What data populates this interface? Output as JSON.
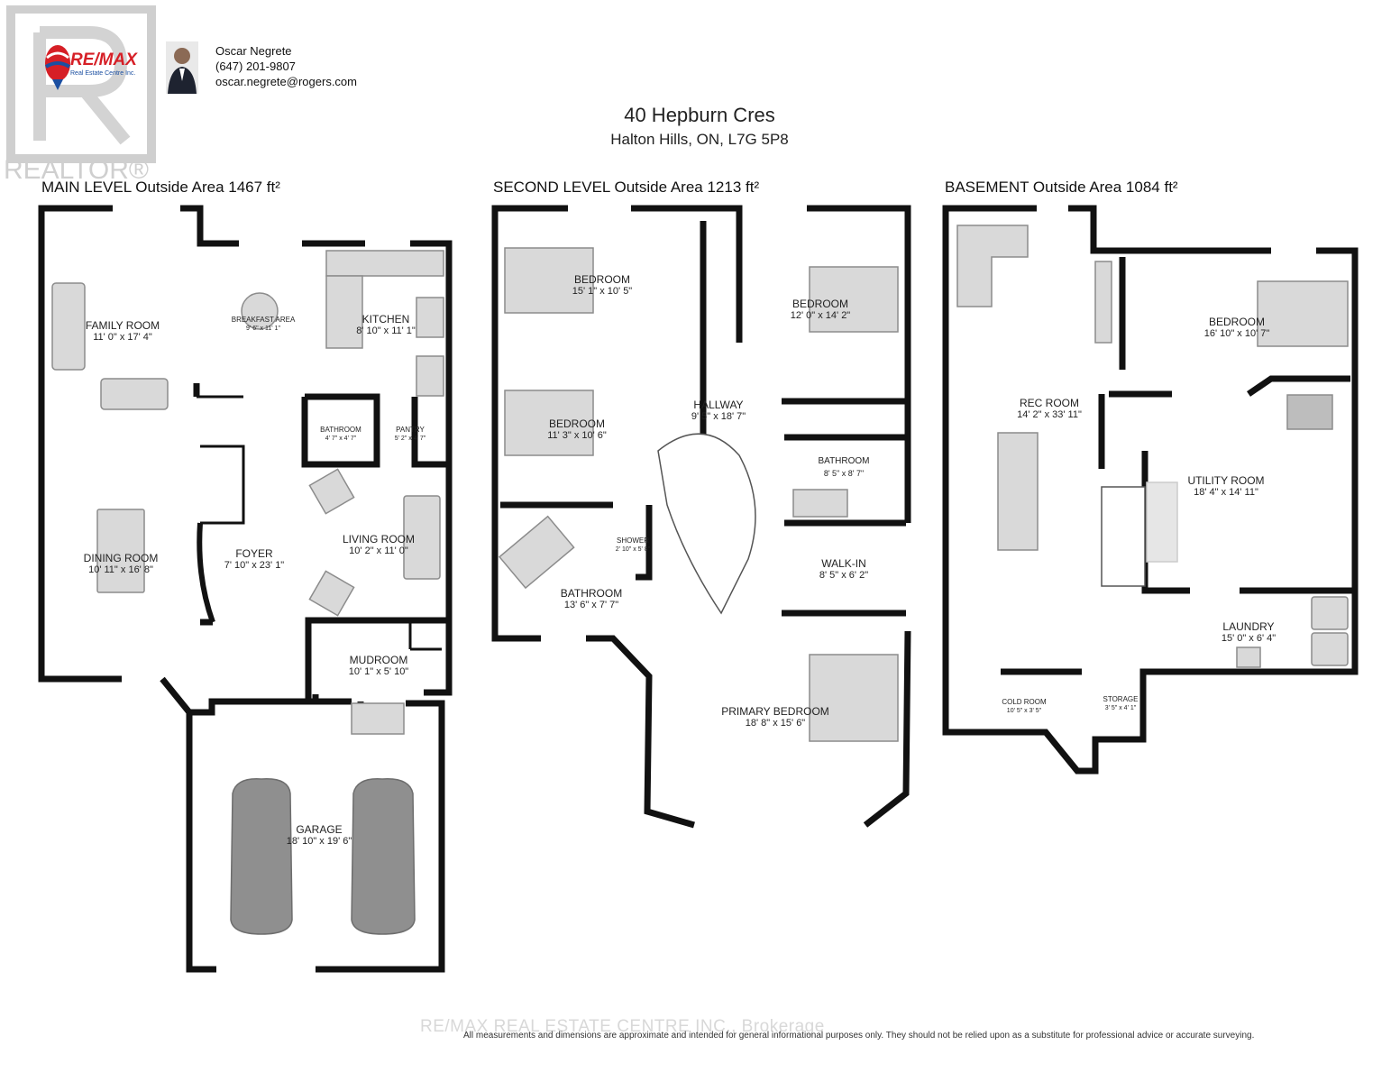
{
  "realtor_badge": {
    "text": "REALTOR®"
  },
  "brokerage_logo": {
    "text": "RE/MAX",
    "subtext": "Real Estate Centre Inc."
  },
  "agent": {
    "name": "Oscar Negrete",
    "phone": "(647) 201-9807",
    "email": "oscar.negrete@rogers.com"
  },
  "property": {
    "address": "40 Hepburn Cres",
    "city": "Halton Hills, ON, L7G 5P8"
  },
  "levels": [
    {
      "label": "MAIN LEVEL Outside Area 1467 ft²",
      "rooms": [
        {
          "name": "FAMILY ROOM",
          "dims": "11' 0\" x 17' 4\""
        },
        {
          "name": "BREAKFAST AREA",
          "dims": "9' 6\" x 11' 1\""
        },
        {
          "name": "KITCHEN",
          "dims": "8' 10\" x 11' 1\""
        },
        {
          "name": "BATHROOM",
          "dims": "4' 7\" x 4' 7\""
        },
        {
          "name": "PANTRY",
          "dims": "5' 2\" x 4' 7\""
        },
        {
          "name": "DINING ROOM",
          "dims": "10' 11\" x 16' 8\""
        },
        {
          "name": "FOYER",
          "dims": "7' 10\" x 23' 1\""
        },
        {
          "name": "LIVING ROOM",
          "dims": "10' 2\" x 11' 0\""
        },
        {
          "name": "MUDROOM",
          "dims": "10' 1\" x 5' 10\""
        },
        {
          "name": "GARAGE",
          "dims": "18' 10\" x 19' 6\""
        }
      ]
    },
    {
      "label": "SECOND LEVEL Outside Area 1213 ft²",
      "rooms": [
        {
          "name": "BEDROOM",
          "dims": "15' 1\" x 10' 5\""
        },
        {
          "name": "BEDROOM",
          "dims": "12' 0\" x 14' 2\""
        },
        {
          "name": "BEDROOM",
          "dims": "11' 3\" x 10' 6\""
        },
        {
          "name": "HALLWAY",
          "dims": "9' 5\" x 18' 7\""
        },
        {
          "name": "BATHROOM",
          "dims": "8' 5\" x 8' 7\""
        },
        {
          "name": "SHOWER",
          "dims": "2' 10\" x 5' 8\""
        },
        {
          "name": "BATHROOM",
          "dims": "13' 6\" x 7' 7\""
        },
        {
          "name": "WALK-IN",
          "dims": "8' 5\" x 6' 2\""
        },
        {
          "name": "PRIMARY BEDROOM",
          "dims": "18' 8\" x 15' 6\""
        }
      ]
    },
    {
      "label": "BASEMENT Outside Area 1084 ft²",
      "rooms": [
        {
          "name": "BEDROOM",
          "dims": "16' 10\" x 10' 7\""
        },
        {
          "name": "REC ROOM",
          "dims": "14' 2\" x 33' 11\""
        },
        {
          "name": "UTILITY ROOM",
          "dims": "18' 4\" x 14' 11\""
        },
        {
          "name": "LAUNDRY",
          "dims": "15' 0\" x 6' 4\""
        },
        {
          "name": "COLD ROOM",
          "dims": "10' 5\" x 3' 5\""
        },
        {
          "name": "STORAGE",
          "dims": "3' 5\" x 4' 1\""
        }
      ]
    }
  ],
  "footer": {
    "watermark": "RE/MAX REAL ESTATE CENTRE INC., Brokerage",
    "disclaimer": "All measurements and dimensions are approximate and intended for general informational purposes only. They should not be relied upon as a substitute for professional advice or accurate surveying."
  },
  "colors": {
    "wall": "#111111",
    "furniture": "#8c8c8c",
    "furniture_fill": "#d9d9d9",
    "watermark": "#d8d8d8"
  }
}
